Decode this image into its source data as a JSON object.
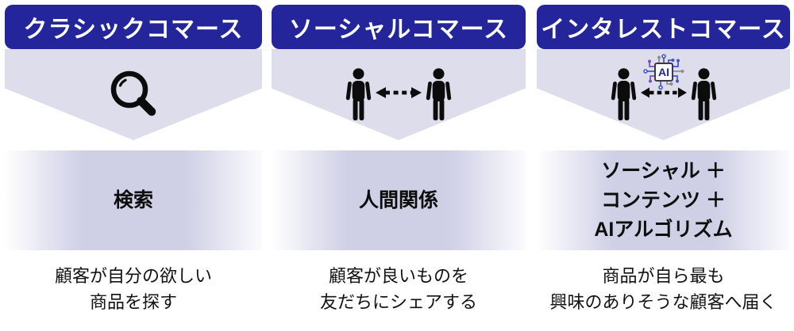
{
  "colors": {
    "header_bg": "#24249B",
    "header_text": "#FFFFFF",
    "chevron_bg": "#DDDDEC",
    "band_lavender": "#CFCFE6",
    "body_text": "#121212",
    "icon_black": "#0C0C0C",
    "ai_trace_blue": "#4553C9",
    "ai_trace_purple": "#7B4FC4",
    "ai_trace_gray": "#8C8C99"
  },
  "columns": [
    {
      "title": "クラシックコマース",
      "icon": "magnifier-icon",
      "keywords": [
        "検索"
      ],
      "caption": [
        "顧客が自分の欲しい",
        "商品を探す"
      ]
    },
    {
      "title": "ソーシャルコマース",
      "icon": "people-connection-icon",
      "keywords": [
        "人間関係"
      ],
      "caption": [
        "顧客が良いものを",
        "友だちにシェアする"
      ]
    },
    {
      "title": "インタレストコマース",
      "icon": "people-ai-connection-icon",
      "ai_chip_label": "AI",
      "keywords": [
        "ソーシャル ＋",
        "コンテンツ ＋",
        "AIアルゴリズム"
      ],
      "caption": [
        "商品が自ら最も",
        "興味のありそうな顧客へ届く"
      ]
    }
  ]
}
